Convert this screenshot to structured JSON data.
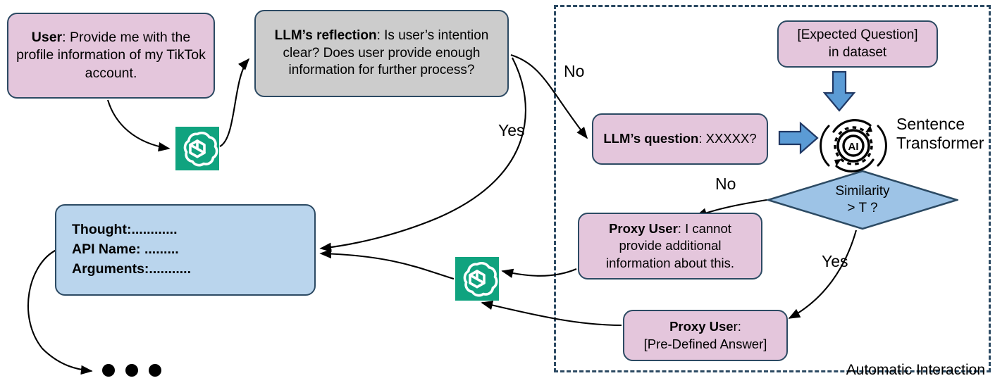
{
  "diagram": {
    "title": "Automatic Interaction LLM flow",
    "colors": {
      "pink": "#e4c6dc",
      "gray": "#cccccc",
      "light_blue": "#bad5ed",
      "diamond_blue": "#9dc3e6",
      "block_arrow_blue": "#5b9bd5",
      "outline_navy": "#2c4a63",
      "openai_green": "#10a37f"
    }
  },
  "nodes": {
    "user_message": {
      "speaker": "User",
      "separator": ":",
      "text": "  Provide me with the profile information of my TikTok account."
    },
    "llm_reflection": {
      "speaker": "LLM’s reflection",
      "separator": ":",
      "text": " Is user’s intention clear? Does user provide enough information for further process?"
    },
    "llm_question": {
      "speaker": "LLM’s question",
      "separator": ":",
      "text": " XXXXX?"
    },
    "expected_question": {
      "line1": "[Expected Question]",
      "line2": "in dataset"
    },
    "proxy_user_cannot": {
      "speaker": "Proxy User",
      "separator": ":",
      "text": " I cannot provide additional information about this."
    },
    "proxy_user_predefined": {
      "speaker": "Proxy Use",
      "separator": "r:",
      "text": "[Pre-Defined Answer]"
    },
    "agent_output": {
      "line1_label": "Thought:",
      "line1_value": "............",
      "line2_label": "API Name:",
      "line2_value": " .........",
      "line3_label": "Arguments:",
      "line3_value": "..........."
    },
    "similarity_decision": {
      "line1": "Similarity",
      "line2": "> T ?"
    },
    "sentence_transformer": {
      "label": "Sentence\nTransformer",
      "icon_text": "AI"
    }
  },
  "labels": {
    "no_1": "No",
    "yes_1": "Yes",
    "no_2": "No",
    "yes_2": "Yes",
    "automatic_interaction": "Automatic Interaction"
  },
  "icons": {
    "openai_1": "openai-logo-icon",
    "openai_2": "openai-logo-icon",
    "ai_gear": "ai-gear-icon",
    "ellipsis": "ellipsis-dots"
  }
}
